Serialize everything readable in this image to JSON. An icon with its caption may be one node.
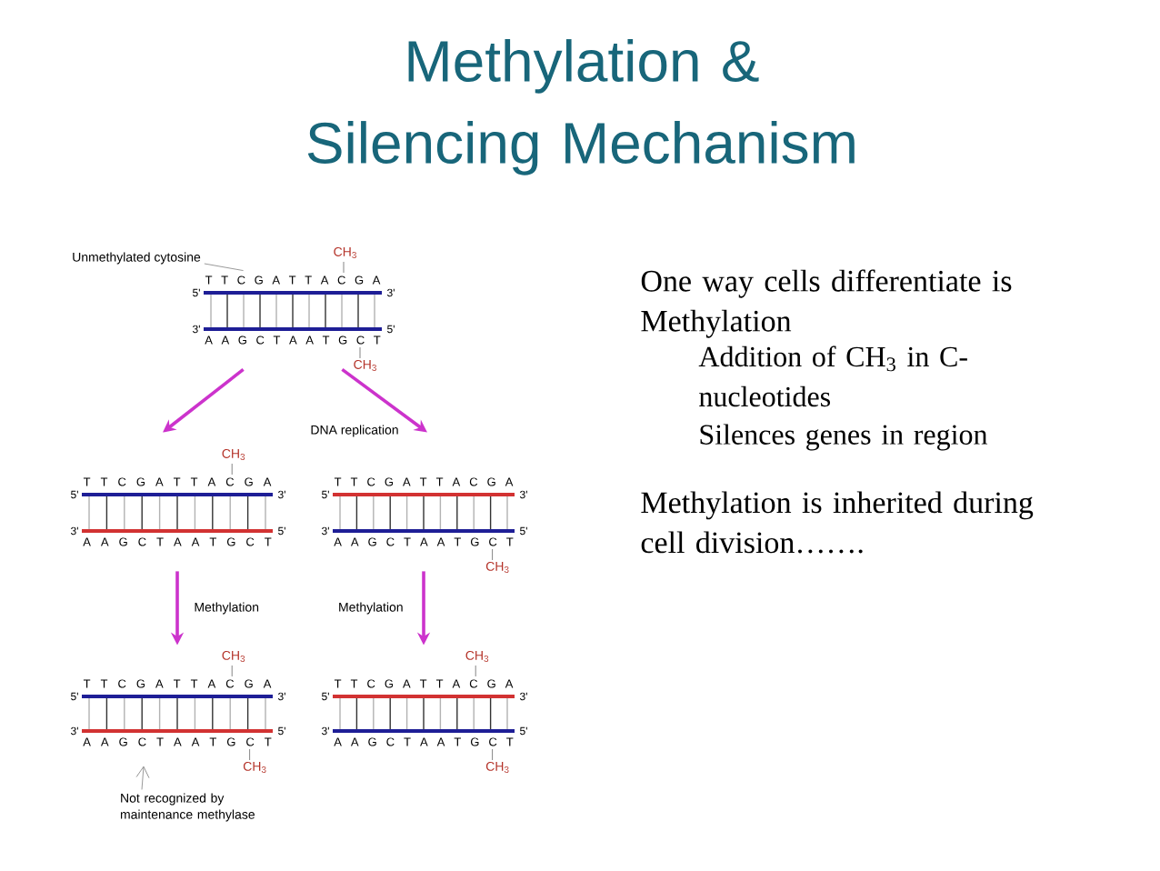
{
  "diagram": {
    "title": "Methylation & Silencing Mechanism",
    "nodes": [
      {
        "text": [
          "Unmethylated cytosine"
        ]
      },
      {
        "text": [
          "T T C G A T T A C G A",
          "A A G C T A A T G C T"
        ],
        "beside": [
          "5'",
          "3'",
          "3'",
          "5'",
          "CH$_{3}$",
          "CH$_{3}$"
        ]
      },
      {
        "text": [
          "T T C G A T T A C G A",
          "A A G C T A A T G C T"
        ],
        "beside": [
          "5'",
          "3'",
          "3'",
          "5'",
          "CH$_{3}$"
        ]
      },
      {
        "text": [
          "T T C G A T T A C G A",
          "A A G C T A A T G C T"
        ],
        "beside": [
          "5'",
          "3'",
          "3'",
          "5'",
          "CH$_{3}$"
        ]
      },
      {
        "text": [
          "T T C G A T T A C G A",
          "A A G C T A A T G C T"
        ],
        "beside": [
          "5'",
          "3'",
          "3'",
          "5'",
          "CH$_{3}$",
          "CH$_{3}$"
        ]
      },
      {
        "text": [
          "T T C G A T T A C G A",
          "A A G C T A A T G C T"
        ],
        "beside": [
          "5'",
          "3'",
          "3'",
          "5'",
          "CH$_{3}$",
          "CH$_{3}$"
        ]
      },
      {
        "text": [
          "Not recognized by maintenance methylase"
        ]
      }
    ],
    "edges": [
      {
        "from": 0,
        "to": 1,
        "arrow": "none"
      },
      {
        "from": 1,
        "to": 2,
        "arrow": "to"
      },
      {
        "from": 1,
        "to": 3,
        "arrow": "to"
      },
      {
        "from": 2,
        "to": 4,
        "arrow": "to",
        "label": "Methylation"
      },
      {
        "from": 3,
        "to": 5,
        "arrow": "to",
        "label": "Methylation"
      },
      {
        "from": 6,
        "to": 4,
        "arrow": "to"
      }
    ],
    "labels": [
      "DNA replication",
      "One way cells differentiate is Methylation",
      "Addition of CH$_{3}$ in C-nucleotides",
      "Silences genes in region",
      "Methylation is inherited during cell division……."
    ]
  }
}
